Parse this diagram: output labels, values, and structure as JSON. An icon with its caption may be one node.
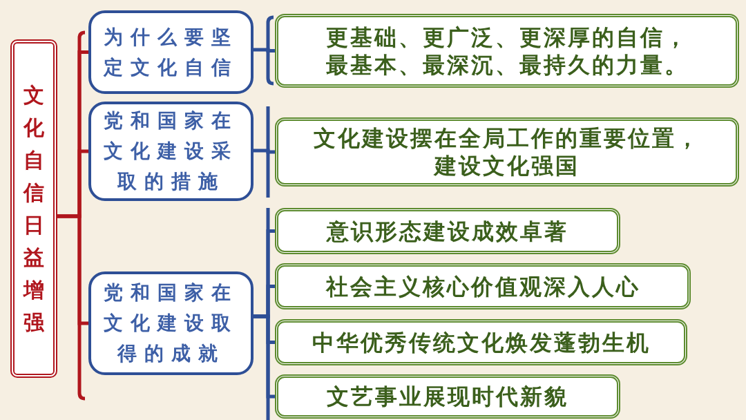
{
  "diagram": {
    "nodes": [
      {
        "text": [
          "文化自信日益增强"
        ]
      },
      {
        "text": [
          "为什么要坚定文化自信"
        ]
      },
      {
        "text": [
          "党和国家在文化建设采取的措施"
        ]
      },
      {
        "text": [
          "党和国家在文化建设取得的成就"
        ]
      },
      {
        "text": [
          "更基础、更广泛、更深厚的自信，最基本、最深沉、最持久的力量。"
        ]
      },
      {
        "text": [
          "文化建设摆在全局工作的重要位置，建设文化强国"
        ]
      },
      {
        "text": [
          "意识形态建设成效卓著"
        ]
      },
      {
        "text": [
          "社会主义核心价值观深入人心"
        ]
      },
      {
        "text": [
          "中华优秀传统文化焕发蓬勃生机"
        ]
      },
      {
        "text": [
          "文艺事业展现时代新貌"
        ]
      }
    ],
    "edges": [
      {
        "from": 0,
        "to": 1,
        "arrow": "none",
        "color": "#b0161d"
      },
      {
        "from": 0,
        "to": 2,
        "arrow": "none",
        "color": "#b0161d"
      },
      {
        "from": 0,
        "to": 3,
        "arrow": "none",
        "color": "#b0161d"
      },
      {
        "from": 1,
        "to": 4,
        "arrow": "none"
      },
      {
        "from": 2,
        "to": 5,
        "arrow": "none"
      },
      {
        "from": 3,
        "to": 6,
        "arrow": "none"
      },
      {
        "from": 3,
        "to": 7,
        "arrow": "none"
      },
      {
        "from": 3,
        "to": 8,
        "arrow": "none"
      },
      {
        "from": 3,
        "to": 9,
        "arrow": "none"
      }
    ]
  }
}
